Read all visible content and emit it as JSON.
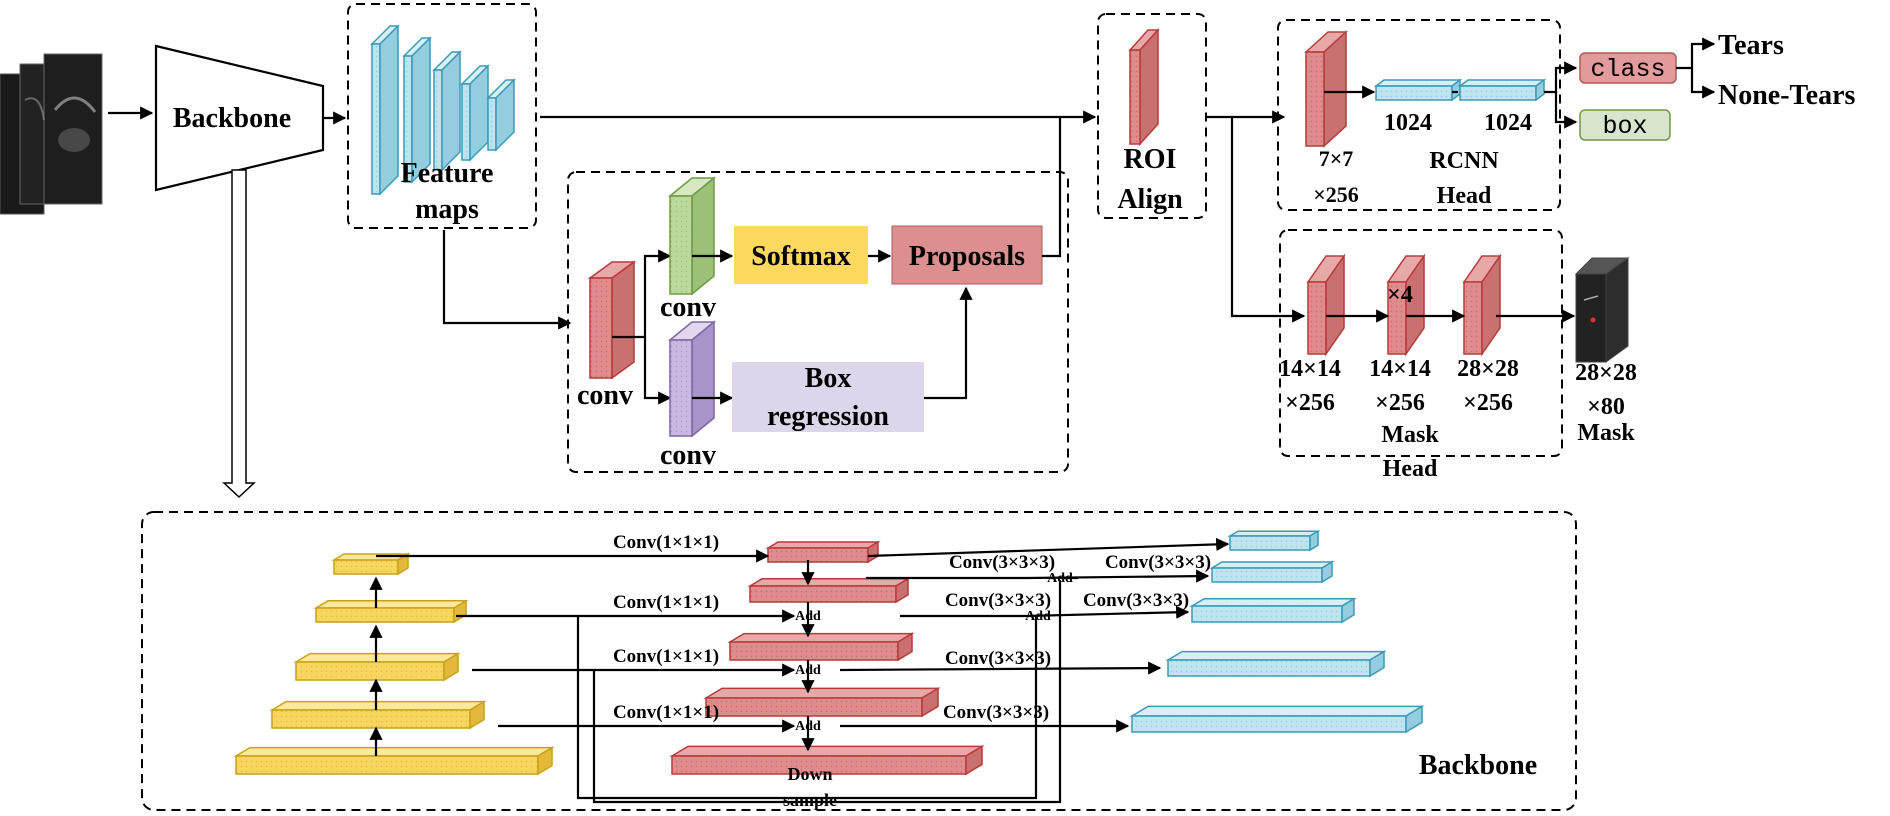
{
  "top": {
    "backbone_label": "Backbone",
    "feature_maps_label_1": "Feature",
    "feature_maps_label_2": "maps",
    "rpn": {
      "conv_main": "conv",
      "conv_cls": "conv",
      "conv_reg": "conv",
      "softmax": "Softmax",
      "proposals": "Proposals",
      "box_regression_1": "Box",
      "box_regression_2": "regression"
    },
    "roi_align_1": "ROI",
    "roi_align_2": "Align",
    "rcnn_head": {
      "in_dim_1": "7×7",
      "in_dim_2": "×256",
      "fc1": "1024",
      "fc2": "1024",
      "title_1": "RCNN",
      "title_2": "Head"
    },
    "outputs": {
      "class_box": "class",
      "box_box": "box",
      "tears": "Tears",
      "none_tears": "None-Tears"
    },
    "mask_head": {
      "dim1_a": "14×14",
      "dim1_b": "×256",
      "dim2_a": "14×14",
      "dim2_b": "×256",
      "dim3_a": "28×28",
      "dim3_b": "×256",
      "repeat": "×4",
      "title_1": "Mask",
      "title_2": "Head",
      "out_dim_a": "28×28",
      "out_dim_b": "×80",
      "out_label": "Mask"
    }
  },
  "bottom": {
    "conv1x1_labels": [
      "Conv(1×1×1)",
      "Conv(1×1×1)",
      "Conv(1×1×1)",
      "Conv(1×1×1)"
    ],
    "conv3x3_labels": [
      "Conv(3×3×3)",
      "Conv(3×3×3)",
      "Conv(3×3×3)",
      "Conv(3×3×3)",
      "Conv(3×3×3)",
      "Conv(3×3×3)"
    ],
    "add_labels": [
      "Add",
      "Add",
      "Add",
      "Add",
      "Add"
    ],
    "downsample_1": "Down",
    "downsample_2": "sample",
    "title": "Backbone"
  },
  "colors": {
    "feature_blue": "#bfe3ef",
    "feature_blue_edge": "#3a9ab8",
    "red_block": "#dd8a8a",
    "red_edge": "#b83a3a",
    "yellow_block": "#f7d660",
    "yellow_edge": "#c9a11a",
    "green_block": "#b9d79a",
    "purple_block": "#c7b6de",
    "softmax_fill": "#fcd95e",
    "proposals_fill": "#dc8f8f",
    "boxreg_fill": "#ddd5e9",
    "class_fill": "#e29a9a",
    "box_fill": "#d6e5cc"
  }
}
